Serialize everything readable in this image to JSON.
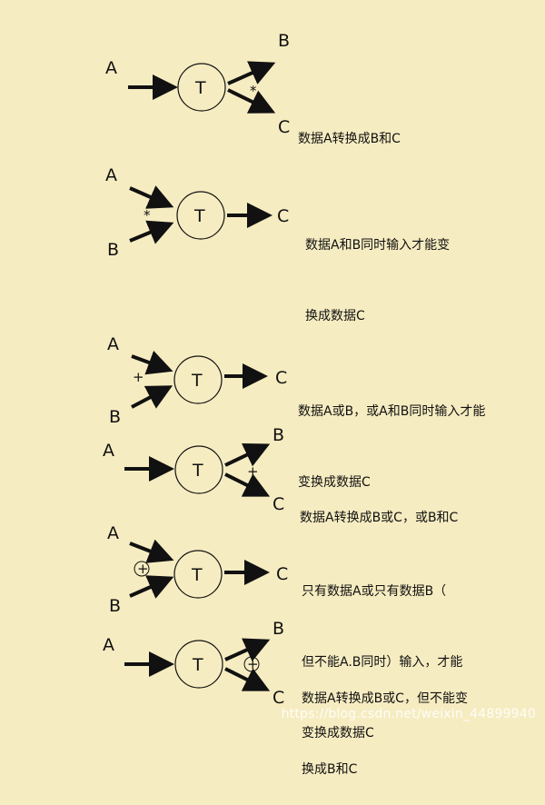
{
  "diagrams": [
    {
      "id": "d1",
      "center": "T",
      "inputs": [
        "A"
      ],
      "outputs": [
        "B",
        "C"
      ],
      "operator": "*",
      "operator_side": "output",
      "description": [
        "数据A转换成B和C"
      ]
    },
    {
      "id": "d2",
      "center": "T",
      "inputs": [
        "A",
        "B"
      ],
      "outputs": [
        "C"
      ],
      "operator": "*",
      "operator_side": "input",
      "description": [
        "数据A和B同时输入才能变",
        "换成数据C"
      ]
    },
    {
      "id": "d3",
      "center": "T",
      "inputs": [
        "A",
        "B"
      ],
      "outputs": [
        "C"
      ],
      "operator": "+",
      "operator_side": "input",
      "description": [
        "数据A或B，或A和B同时输入才能",
        "变换成数据C"
      ]
    },
    {
      "id": "d4",
      "center": "T",
      "inputs": [
        "A"
      ],
      "outputs": [
        "B",
        "C"
      ],
      "operator": "+",
      "operator_side": "output",
      "description": [
        "数据A转换成B或C，或B和C"
      ]
    },
    {
      "id": "d5",
      "center": "T",
      "inputs": [
        "A",
        "B"
      ],
      "outputs": [
        "C"
      ],
      "operator": "⊕",
      "operator_side": "input",
      "description": [
        "只有数据A或只有数据B（",
        "但不能A.B同时）输入，才能",
        "变换成数据C"
      ]
    },
    {
      "id": "d6",
      "center": "T",
      "inputs": [
        "A"
      ],
      "outputs": [
        "B",
        "C"
      ],
      "operator": "⊕",
      "operator_side": "output",
      "description": [
        "数据A转换成B或C，但不能变",
        "换成B和C"
      ]
    }
  ],
  "watermark": "https://blog.csdn.net/weixin_44899940",
  "colors": {
    "background": "#f6ecc1",
    "stroke": "#111111",
    "node_fill": "#f6ecc1"
  }
}
